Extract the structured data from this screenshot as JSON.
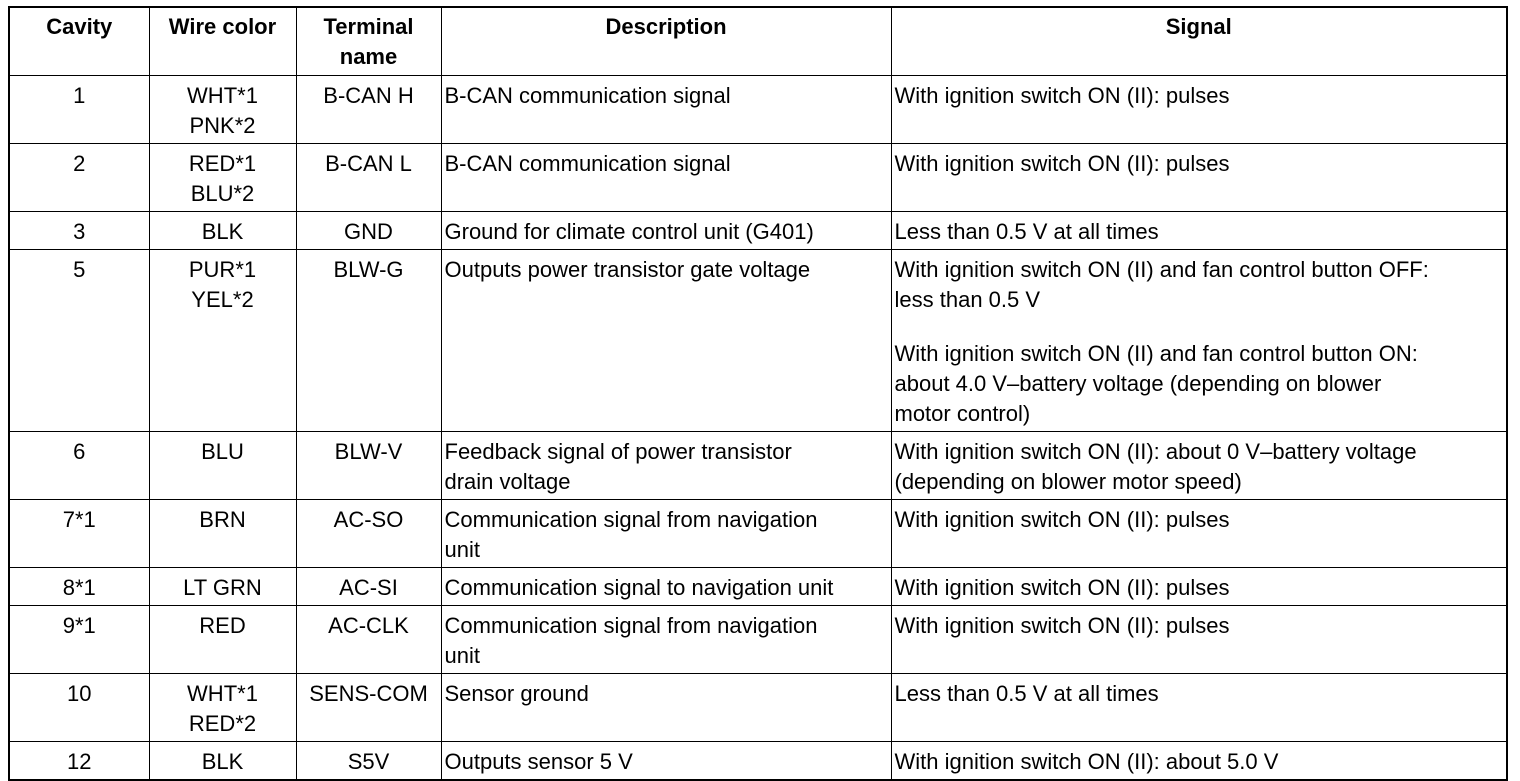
{
  "headers": {
    "cavity": "Cavity",
    "wire_color": "Wire color",
    "terminal_name": [
      "Terminal",
      "name"
    ],
    "description": "Description",
    "signal": "Signal"
  },
  "rows": [
    {
      "cavity": "1",
      "wire": [
        "WHT*1",
        "PNK*2"
      ],
      "terminal": "B-CAN H",
      "description": [
        "B-CAN communication signal"
      ],
      "signal": [
        [
          "With ignition switch ON (II): pulses"
        ]
      ]
    },
    {
      "cavity": "2",
      "wire": [
        "RED*1",
        "BLU*2"
      ],
      "terminal": "B-CAN L",
      "description": [
        "B-CAN communication signal"
      ],
      "signal": [
        [
          "With ignition switch ON (II): pulses"
        ]
      ]
    },
    {
      "cavity": "3",
      "wire": [
        "BLK"
      ],
      "terminal": "GND",
      "description": [
        "Ground for climate control unit (G401)"
      ],
      "signal": [
        [
          "Less than 0.5 V at all times"
        ]
      ]
    },
    {
      "cavity": "5",
      "wire": [
        "PUR*1",
        "YEL*2"
      ],
      "terminal": "BLW-G",
      "description": [
        "Outputs power transistor gate voltage"
      ],
      "signal": [
        [
          "With ignition switch ON (II) and fan control button OFF:",
          "less than 0.5 V"
        ],
        [
          "With ignition switch ON (II) and fan control button ON:",
          "about 4.0 V–battery voltage (depending on blower",
          "motor control)"
        ]
      ]
    },
    {
      "cavity": "6",
      "wire": [
        "BLU"
      ],
      "terminal": "BLW-V",
      "description": [
        "Feedback signal of power transistor",
        "drain voltage"
      ],
      "signal": [
        [
          "With ignition switch ON (II): about 0 V–battery voltage",
          "(depending on blower motor speed)"
        ]
      ]
    },
    {
      "cavity": "7*1",
      "wire": [
        "BRN"
      ],
      "terminal": "AC-SO",
      "description": [
        "Communication signal from navigation",
        "unit"
      ],
      "signal": [
        [
          "With ignition switch ON (II): pulses"
        ]
      ]
    },
    {
      "cavity": "8*1",
      "wire": [
        "LT GRN"
      ],
      "terminal": "AC-SI",
      "description": [
        "Communication signal to navigation unit"
      ],
      "signal": [
        [
          "With ignition switch ON (II): pulses"
        ]
      ]
    },
    {
      "cavity": "9*1",
      "wire": [
        "RED"
      ],
      "terminal": "AC-CLK",
      "description": [
        "Communication signal from navigation",
        "unit"
      ],
      "signal": [
        [
          "With ignition switch ON (II): pulses"
        ]
      ]
    },
    {
      "cavity": "10",
      "wire": [
        "WHT*1",
        "RED*2"
      ],
      "terminal": "SENS-COM",
      "description": [
        "Sensor ground"
      ],
      "signal": [
        [
          "Less than 0.5 V at all times"
        ]
      ]
    },
    {
      "cavity": "12",
      "wire": [
        "BLK"
      ],
      "terminal": "S5V",
      "description": [
        "Outputs sensor 5 V"
      ],
      "signal": [
        [
          "With ignition switch ON (II): about 5.0 V"
        ]
      ]
    }
  ]
}
